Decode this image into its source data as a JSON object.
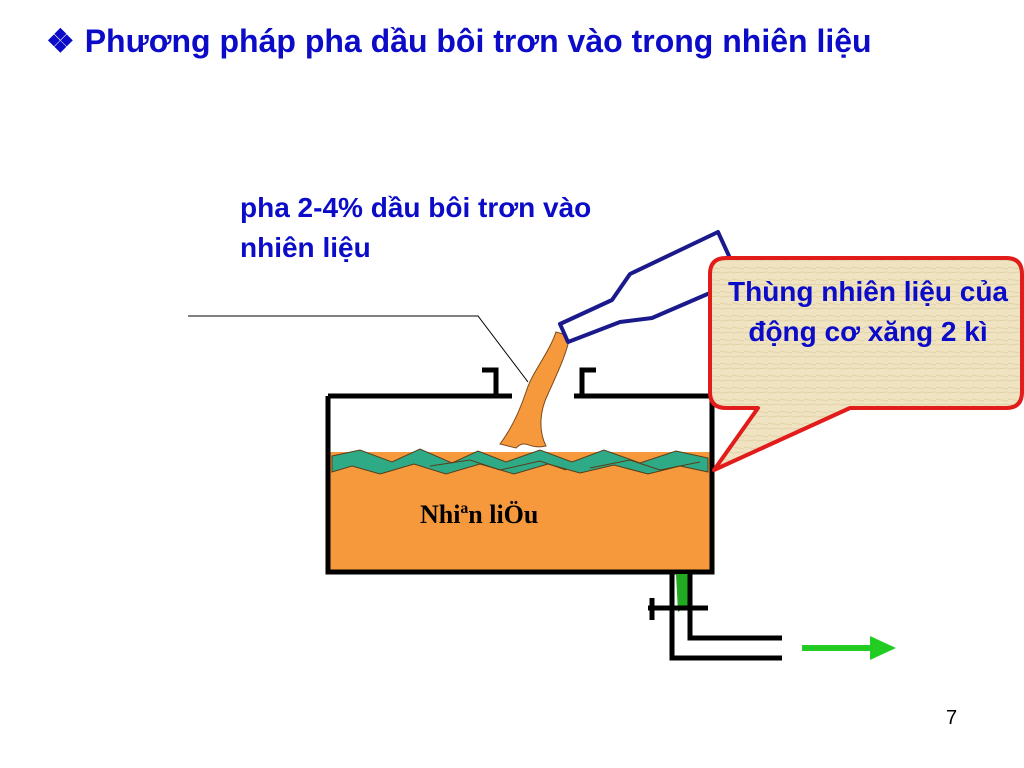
{
  "slide": {
    "bullet": "❖",
    "title": "Phương pháp pha dầu bôi trơn vào trong nhiên liệu",
    "callout": "pha 2-4% dầu bôi trơn vào nhiên liệu",
    "fuel_label": "Nhiªn liÖu",
    "bubble_text": "Thùng nhiên liệu của động cơ xăng 2 kì",
    "page_number": "7"
  },
  "colors": {
    "title": "#0b0bc8",
    "fuel": "#f6993c",
    "wave": "#2eaa86",
    "bottle": "#1a1a8c",
    "bubble_border": "#e21b1b",
    "bubble_fill": "#efe3c2",
    "arrow": "#22cc22"
  }
}
